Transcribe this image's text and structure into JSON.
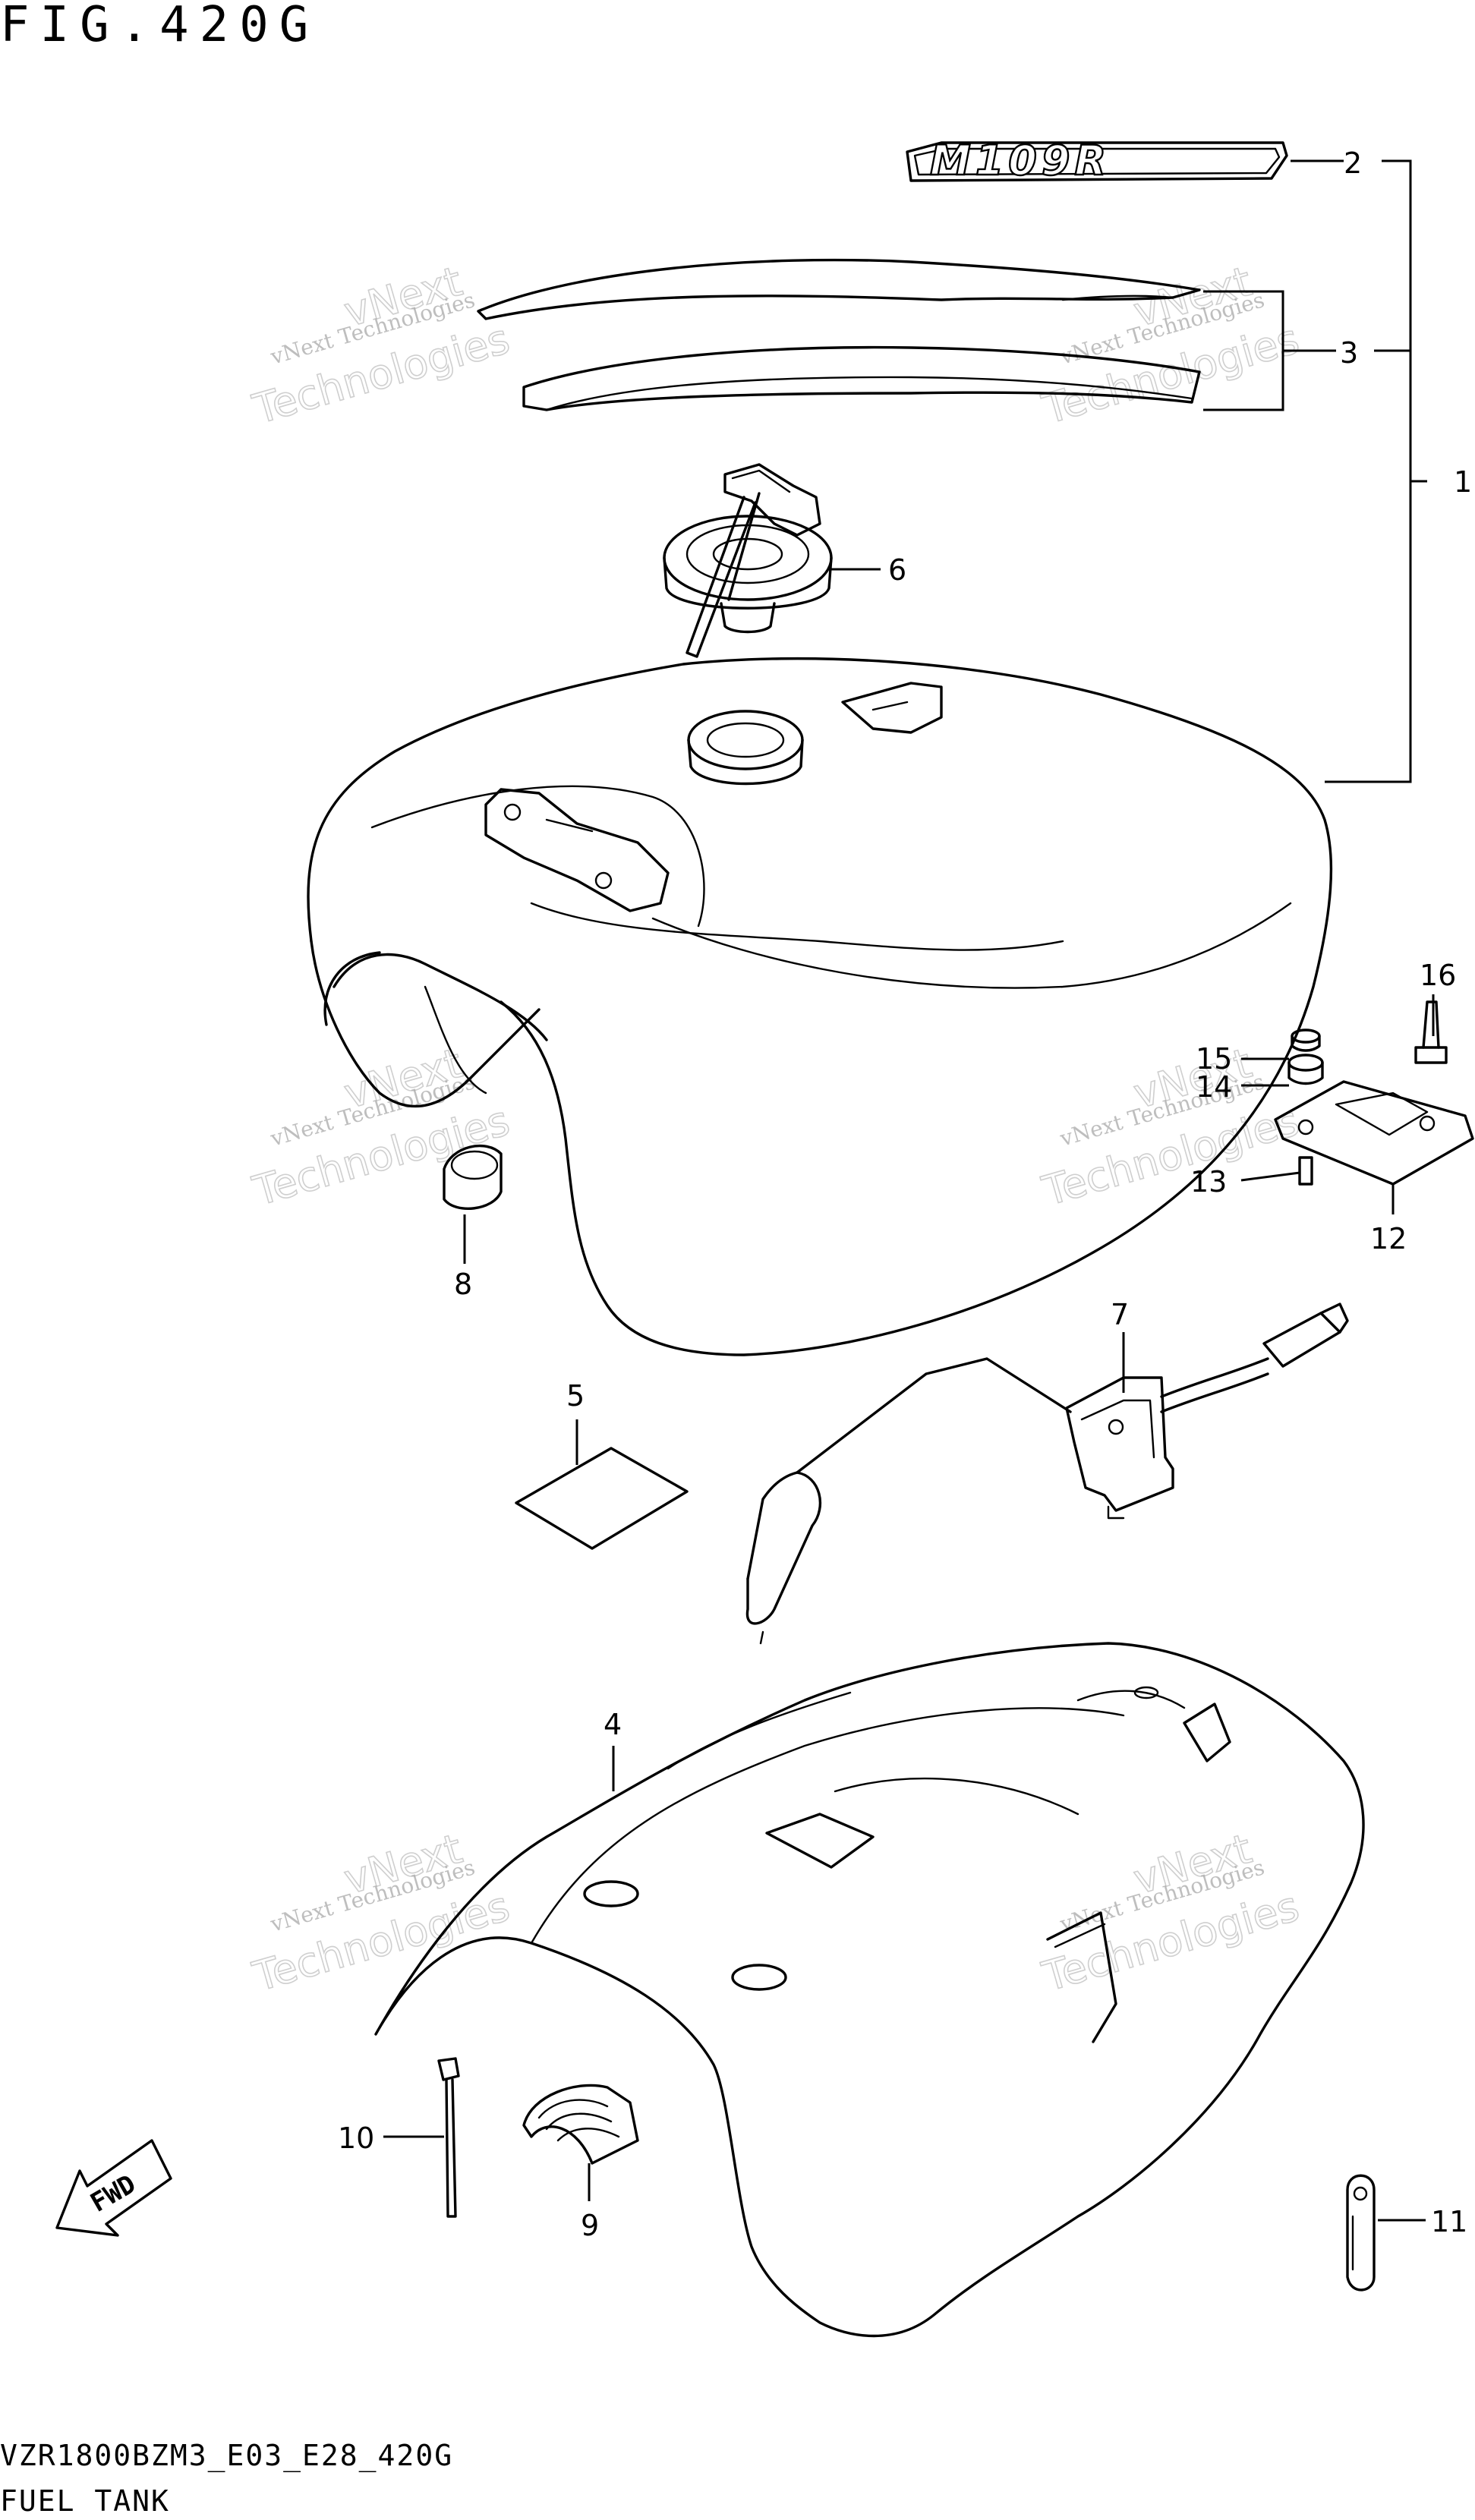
{
  "figure": {
    "title": "FIG.420G",
    "footer_code": "VZR1800BZM3_E03_E28_420G",
    "footer_name": "FUEL TANK"
  },
  "decal_text": "M109R",
  "direction_label": "FWD",
  "watermark": {
    "line1": "vNext Technologies",
    "line2": "vNext",
    "line3": "Technologies"
  },
  "callouts": [
    {
      "id": "1"
    },
    {
      "id": "2"
    },
    {
      "id": "3"
    },
    {
      "id": "4"
    },
    {
      "id": "5"
    },
    {
      "id": "6"
    },
    {
      "id": "7"
    },
    {
      "id": "8"
    },
    {
      "id": "9"
    },
    {
      "id": "10"
    },
    {
      "id": "11"
    },
    {
      "id": "12"
    },
    {
      "id": "13"
    },
    {
      "id": "14"
    },
    {
      "id": "15"
    },
    {
      "id": "16"
    }
  ],
  "colors": {
    "ink": "#000000",
    "paper": "#ffffff",
    "watermark": "#9a9a9a"
  }
}
